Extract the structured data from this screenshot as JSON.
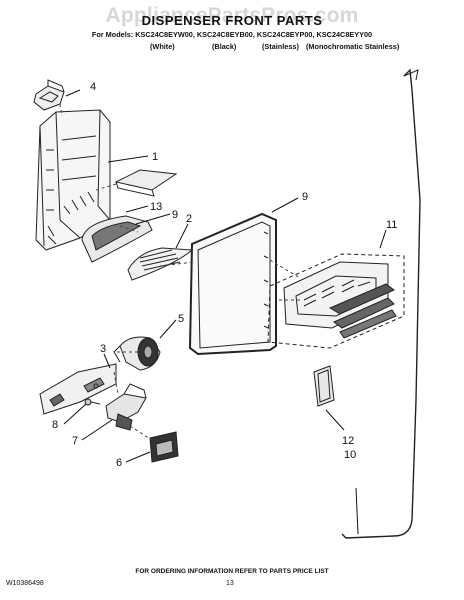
{
  "watermark": "AppliancePartsPros.com",
  "title": "DISPENSER FRONT PARTS",
  "models_line": "For Models: KSC24C8EYW00, KSC24C8EYB00, KSC24C8EYP00, KSC24C8EYY00",
  "variants": [
    "(White)",
    "(Black)",
    "(Stainless)",
    "(Monochromatic Stainless)"
  ],
  "callouts": [
    "4",
    "1",
    "13",
    "9",
    "2",
    "9",
    "11",
    "5",
    "3",
    "8",
    "7",
    "6",
    "12",
    "10"
  ],
  "footer_note": "FOR ORDERING INFORMATION REFER TO PARTS PRICE LIST",
  "doc_number": "W10386498",
  "page_number": "13"
}
